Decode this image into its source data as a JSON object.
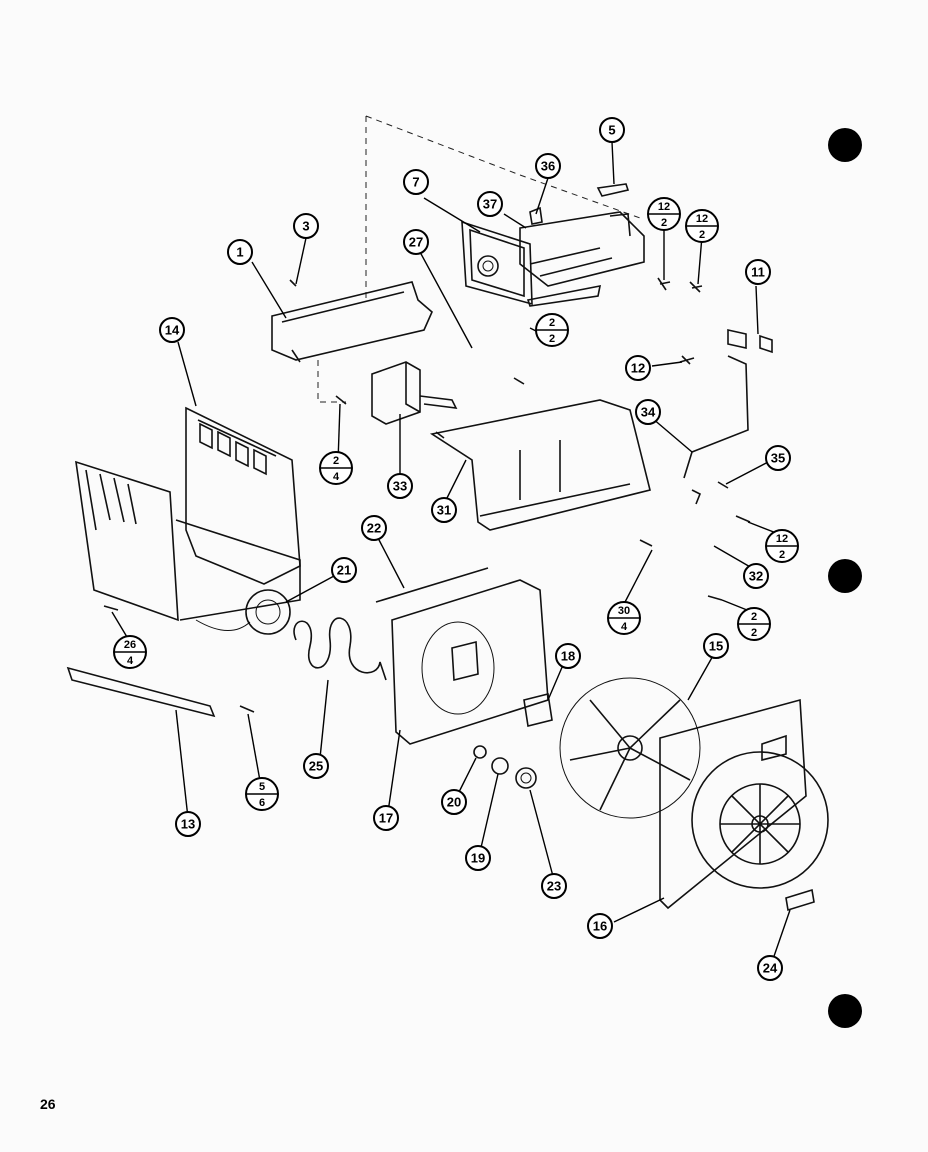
{
  "page_number": "26",
  "callouts": [
    {
      "id": "c1",
      "label": "1"
    },
    {
      "id": "c3",
      "label": "3"
    },
    {
      "id": "c5",
      "label": "5"
    },
    {
      "id": "c7",
      "label": "7"
    },
    {
      "id": "c36",
      "label": "36"
    },
    {
      "id": "c37",
      "label": "37"
    },
    {
      "id": "c27",
      "label": "27"
    },
    {
      "id": "c14",
      "label": "14"
    },
    {
      "id": "c11",
      "label": "11"
    },
    {
      "id": "c12",
      "label": "12"
    },
    {
      "id": "c34",
      "label": "34"
    },
    {
      "id": "c35",
      "label": "35"
    },
    {
      "id": "c33",
      "label": "33"
    },
    {
      "id": "c31",
      "label": "31"
    },
    {
      "id": "c22",
      "label": "22"
    },
    {
      "id": "c21",
      "label": "21"
    },
    {
      "id": "c32",
      "label": "32"
    },
    {
      "id": "c18",
      "label": "18"
    },
    {
      "id": "c15",
      "label": "15"
    },
    {
      "id": "c25",
      "label": "25"
    },
    {
      "id": "c17",
      "label": "17"
    },
    {
      "id": "c20",
      "label": "20"
    },
    {
      "id": "c19",
      "label": "19"
    },
    {
      "id": "c23",
      "label": "23"
    },
    {
      "id": "c13",
      "label": "13"
    },
    {
      "id": "c16",
      "label": "16"
    },
    {
      "id": "c24",
      "label": "24"
    }
  ],
  "fraction_callouts": [
    {
      "id": "f12_2_a",
      "top": "12",
      "bottom": "2"
    },
    {
      "id": "f12_2_b",
      "top": "12",
      "bottom": "2"
    },
    {
      "id": "f2_2_a",
      "top": "2",
      "bottom": "2"
    },
    {
      "id": "f2_4",
      "top": "2",
      "bottom": "4"
    },
    {
      "id": "f12_2_c",
      "top": "12",
      "bottom": "2"
    },
    {
      "id": "f30_4",
      "top": "30",
      "bottom": "4"
    },
    {
      "id": "f2_2_b",
      "top": "2",
      "bottom": "2"
    },
    {
      "id": "f26_4",
      "top": "26",
      "bottom": "4"
    },
    {
      "id": "f5_6",
      "top": "5",
      "bottom": "6"
    }
  ]
}
